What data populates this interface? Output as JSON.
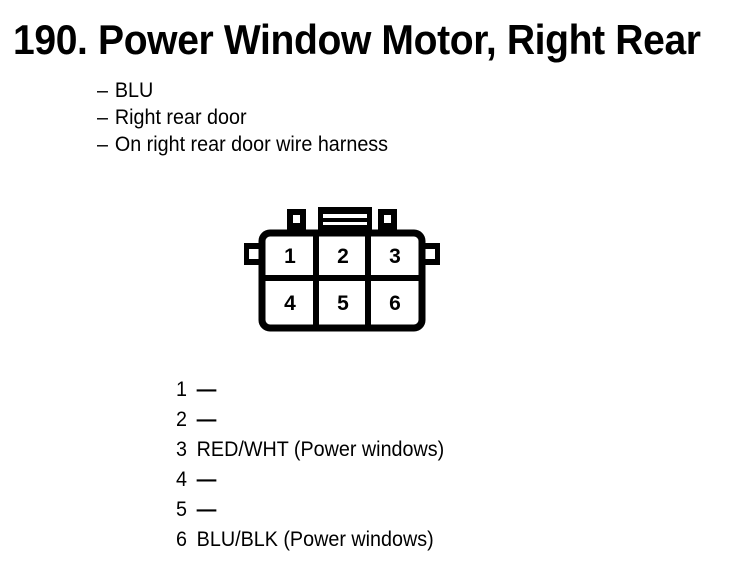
{
  "title": "190. Power Window Motor, Right Rear",
  "notes": {
    "dash": "–",
    "items": [
      {
        "text": "BLU"
      },
      {
        "text": "Right rear door"
      },
      {
        "text": "On right rear door wire harness"
      }
    ]
  },
  "connector": {
    "name": "6-pin-connector-diagram",
    "rows": 2,
    "columns": 3,
    "cells": [
      {
        "pin": "1"
      },
      {
        "pin": "2"
      },
      {
        "pin": "3"
      },
      {
        "pin": "4"
      },
      {
        "pin": "5"
      },
      {
        "pin": "6"
      }
    ],
    "line_color": "#000000",
    "fill_color": "#ffffff"
  },
  "pin_list": [
    {
      "index": "1",
      "desc": "—"
    },
    {
      "index": "2",
      "desc": "—"
    },
    {
      "index": "3",
      "desc": "RED/WHT (Power windows)"
    },
    {
      "index": "4",
      "desc": "—"
    },
    {
      "index": "5",
      "desc": "—"
    },
    {
      "index": "6",
      "desc": "BLU/BLK (Power windows)"
    }
  ]
}
